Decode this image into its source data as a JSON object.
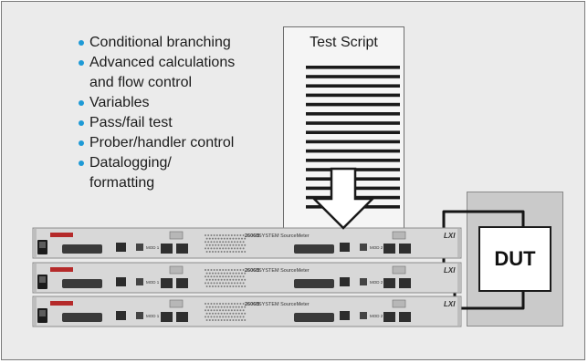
{
  "features": [
    {
      "lines": [
        "Conditional branching"
      ]
    },
    {
      "lines": [
        "Advanced calculations",
        "and flow control"
      ]
    },
    {
      "lines": [
        "Variables"
      ]
    },
    {
      "lines": [
        "Pass/fail test"
      ]
    },
    {
      "lines": [
        "Prober/handler control"
      ]
    },
    {
      "lines": [
        "Datalogging/",
        "formatting"
      ]
    }
  ],
  "script": {
    "title": "Test Script",
    "line_count": 16
  },
  "dut": {
    "label": "DUT"
  },
  "instruments": [
    {
      "model": "2606B",
      "brand_text": "SYSTEM SourceMeter",
      "logo": "LXI",
      "mod_left": "MOD 1",
      "mod_right": "MOD 2"
    },
    {
      "model": "2606B",
      "brand_text": "SYSTEM SourceMeter",
      "logo": "LXI",
      "mod_left": "MOD 1",
      "mod_right": "MOD 2"
    },
    {
      "model": "2606B",
      "brand_text": "SYSTEM SourceMeter",
      "logo": "LXI",
      "mod_left": "MOD 1",
      "mod_right": "MOD 2"
    }
  ],
  "colors": {
    "bullet": "#1e9ad6",
    "brand_red": "#b52a2a",
    "chassis": "#d8d8d8"
  }
}
